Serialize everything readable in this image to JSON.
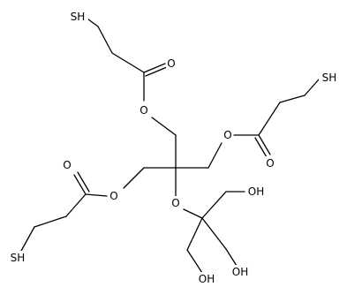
{
  "molecule": {
    "labels": {
      "sh_top": "SH",
      "sh_right": "SH",
      "sh_bottom": "SH",
      "o_carbonyl_top": "O",
      "o_ester_top": "O",
      "o_carbonyl_right": "O",
      "o_ester_right": "O",
      "o_carbonyl_left": "O",
      "o_ester_left": "O",
      "o_ether": "O",
      "oh_top": "OH",
      "oh_bottom_left": "OH",
      "oh_bottom_right": "OH"
    }
  }
}
